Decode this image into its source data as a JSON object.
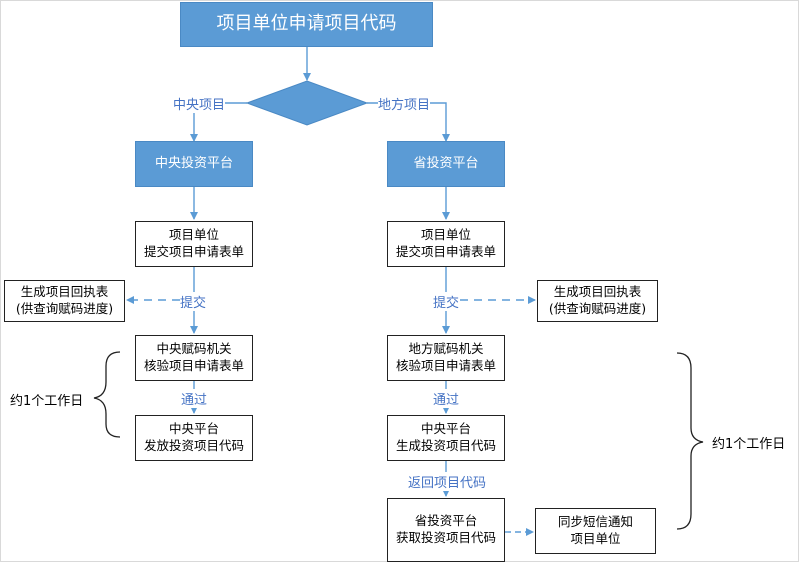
{
  "title": "项目单位申请项目代码",
  "decision": {
    "left": "中央项目",
    "right": "地方项目"
  },
  "left": {
    "platform": "中央投资平台",
    "submit": [
      "项目单位",
      "提交项目申请表单"
    ],
    "receipt": [
      "生成项目回执表",
      "(供查询赋码进度)"
    ],
    "submit_label": "提交",
    "review": [
      "中央赋码机关",
      "核验项目申请表单"
    ],
    "pass_label": "通过",
    "issue": [
      "中央平台",
      "发放投资项目代码"
    ],
    "duration": "约1个工作日"
  },
  "right": {
    "platform": "省投资平台",
    "submit": [
      "项目单位",
      "提交项目申请表单"
    ],
    "receipt": [
      "生成项目回执表",
      "(供查询赋码进度)"
    ],
    "submit_label": "提交",
    "review": [
      "地方赋码机关",
      "核验项目申请表单"
    ],
    "pass_label": "通过",
    "generate": [
      "中央平台",
      "生成投资项目代码"
    ],
    "return_label": "返回项目代码",
    "obtain": [
      "省投资平台",
      "获取投资项目代码"
    ],
    "sms": [
      "同步短信通知",
      "项目单位"
    ],
    "duration": "约1个工作日"
  },
  "colors": {
    "accent": "#5b9bd5",
    "label": "#4472c4"
  }
}
